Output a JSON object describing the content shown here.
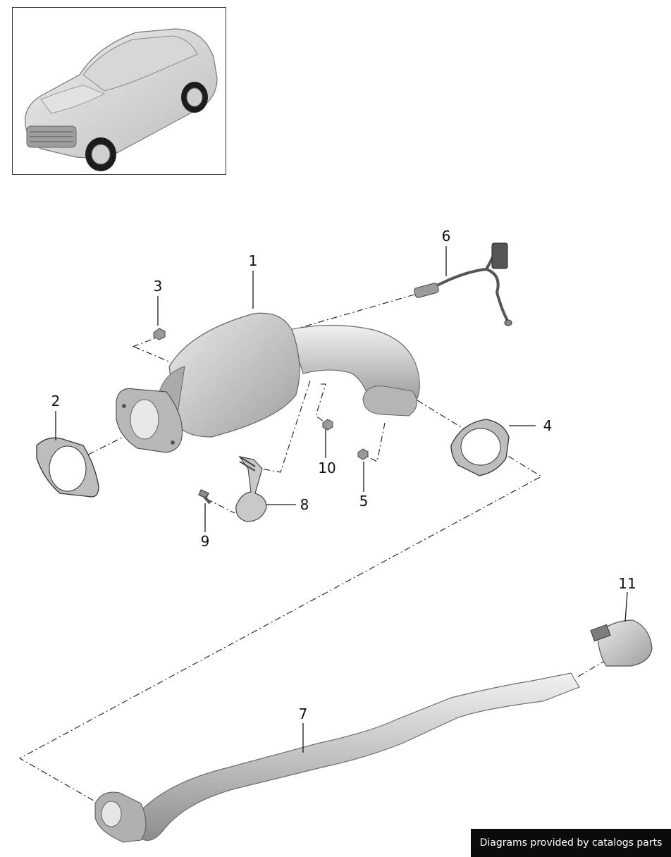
{
  "callouts": [
    {
      "id": "1",
      "label": "1"
    },
    {
      "id": "2",
      "label": "2"
    },
    {
      "id": "3",
      "label": "3"
    },
    {
      "id": "4",
      "label": "4"
    },
    {
      "id": "5",
      "label": "5"
    },
    {
      "id": "6",
      "label": "6"
    },
    {
      "id": "7",
      "label": "7"
    },
    {
      "id": "8",
      "label": "8"
    },
    {
      "id": "9",
      "label": "9"
    },
    {
      "id": "10",
      "label": "10"
    },
    {
      "id": "11",
      "label": "11"
    }
  ],
  "parts_icons": {
    "thumbnail": "car-suv-icon",
    "catalytic_converter": "catalytic-converter-icon",
    "gasket_front": "gasket-icon",
    "gasket_rear": "gasket-icon",
    "nut_small": "nut-icon",
    "oxygen_sensor": "oxygen-sensor-icon",
    "exhaust_pipe": "exhaust-pipe-icon",
    "bracket": "bracket-icon",
    "bolt": "bolt-icon",
    "clamp": "clamp-icon"
  },
  "credit": {
    "text": "Diagrams provided by catalogs parts"
  },
  "colors": {
    "line": "#1a1a1a",
    "part_fill": "#c9c9c9",
    "credit_bg": "#0b0b0b"
  }
}
